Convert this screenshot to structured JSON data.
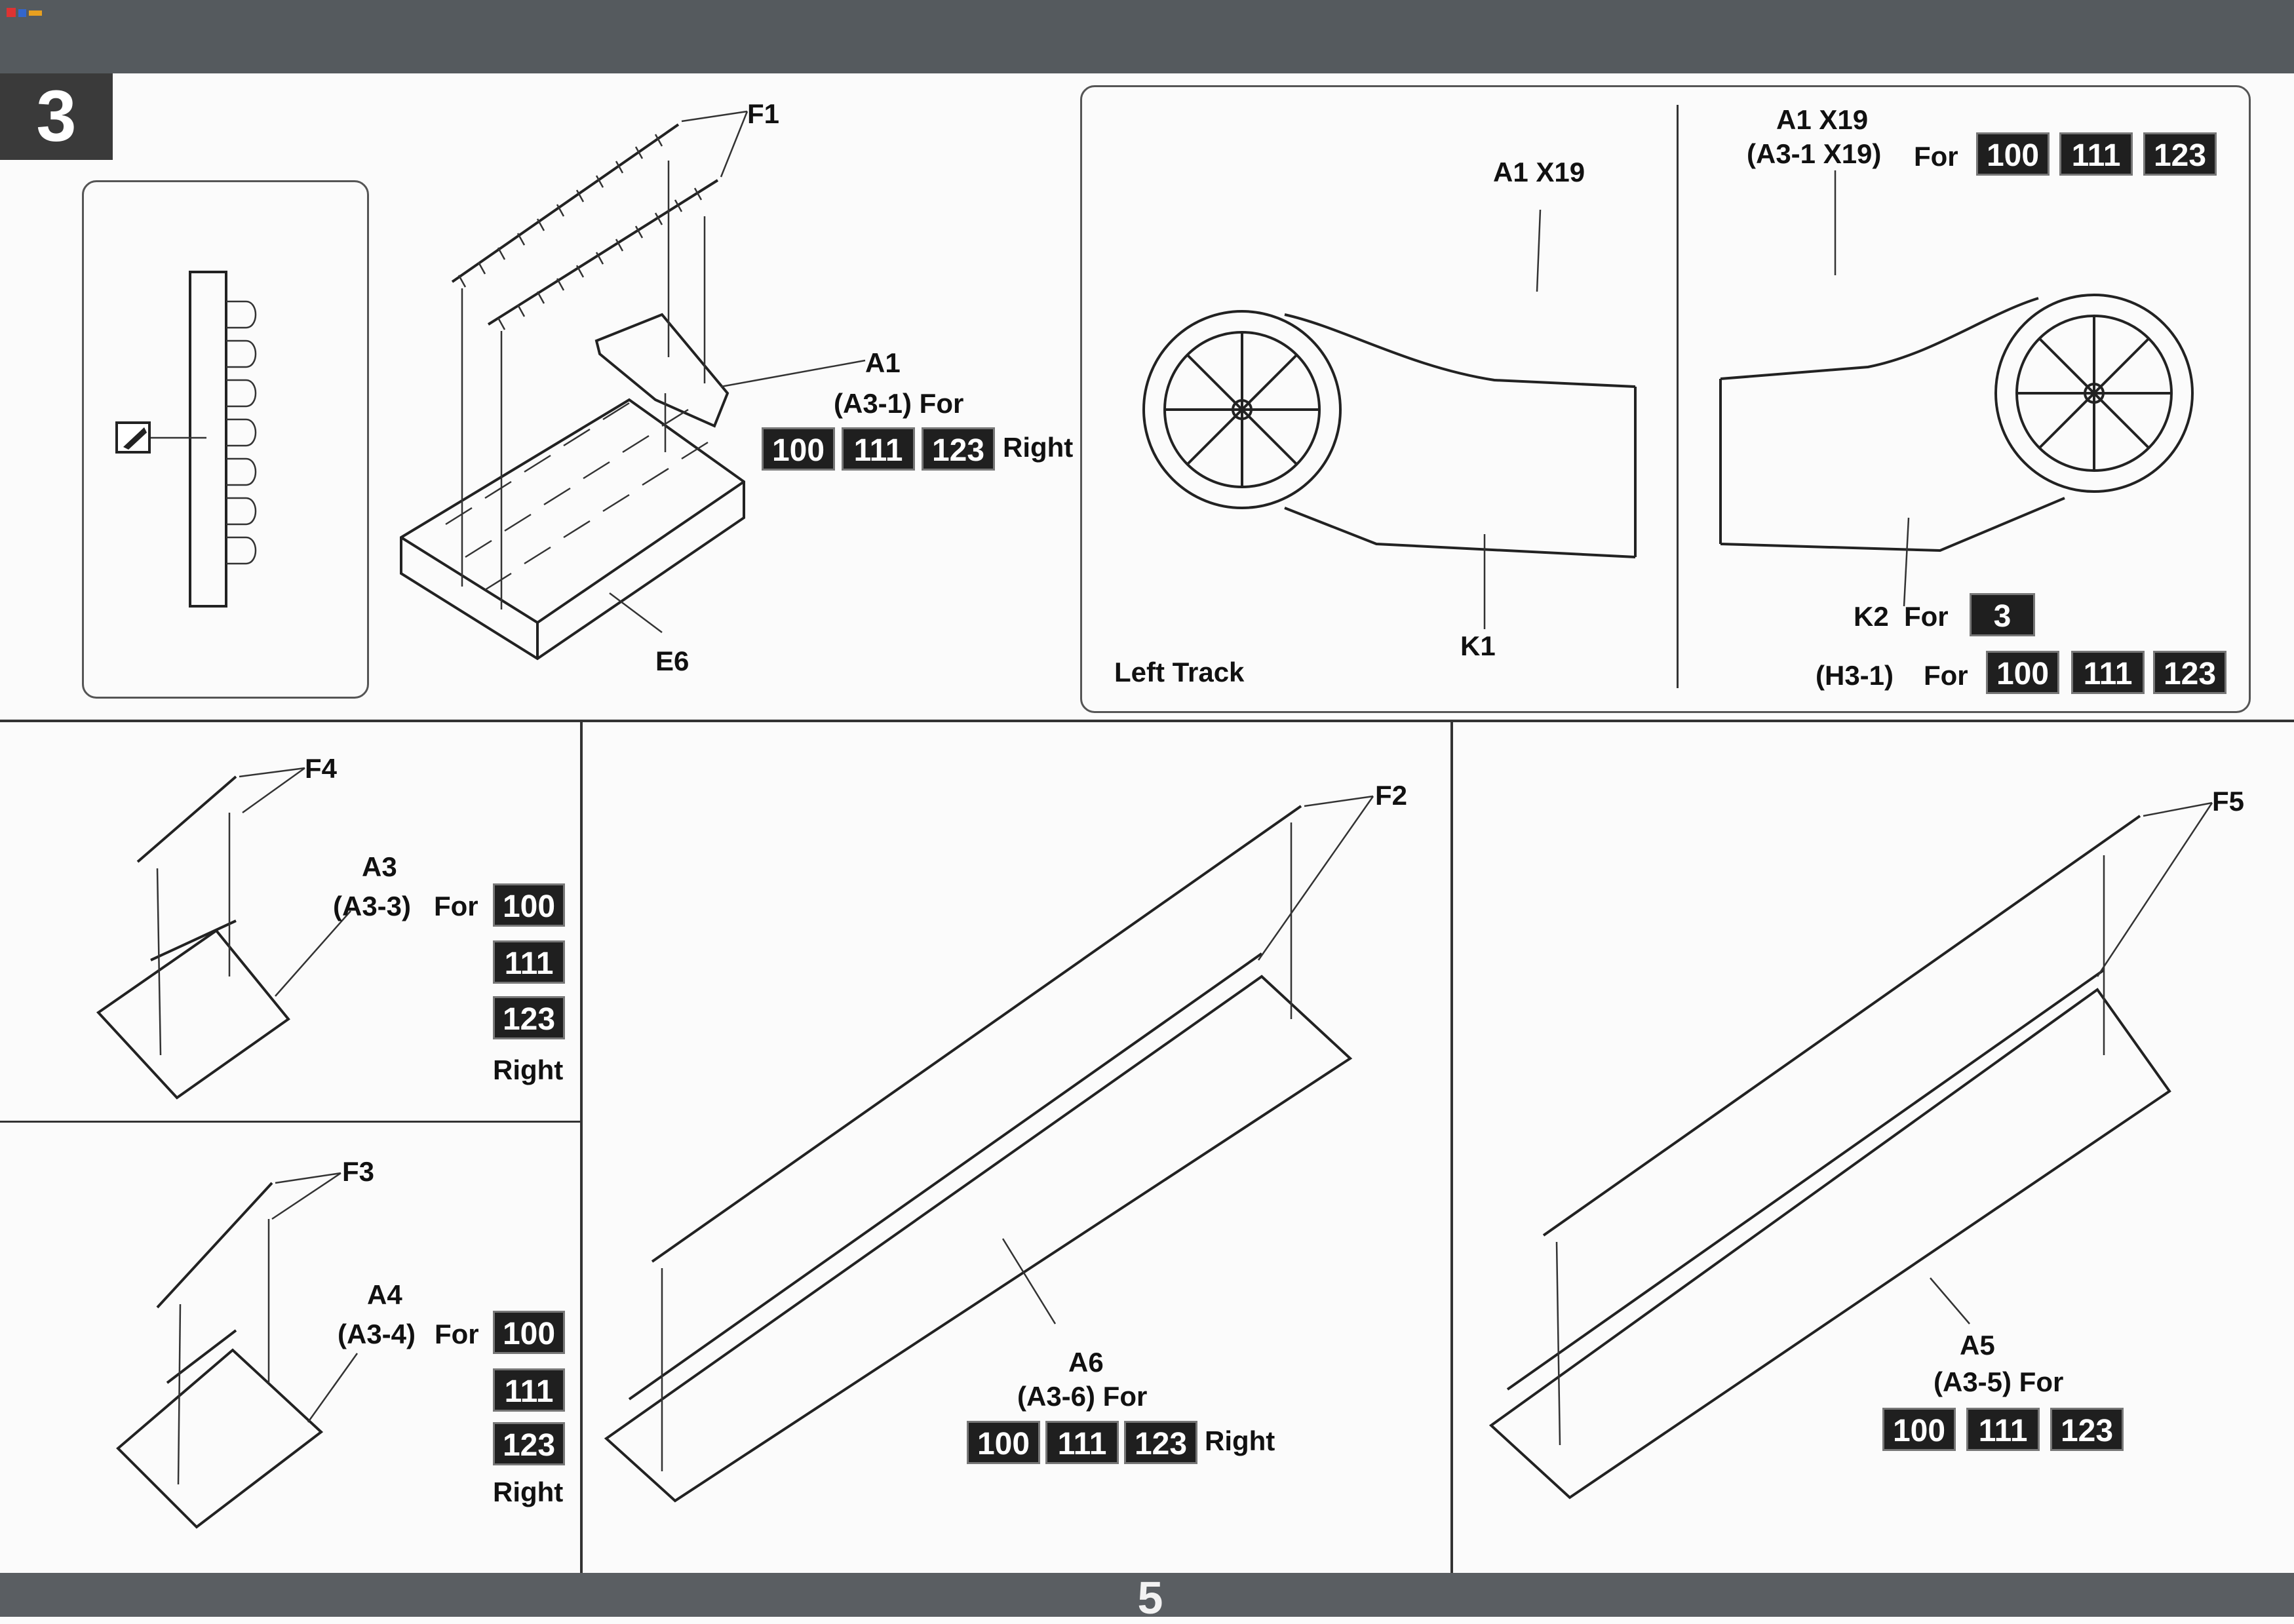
{
  "page": {
    "number": "5",
    "step": "3"
  },
  "step3": {
    "sprue_label": "F1",
    "part_label": "A1",
    "part_sub": "(A3-1) For",
    "codes": [
      "100",
      "111",
      "123"
    ],
    "side": "Right",
    "jig_label": "E6"
  },
  "detail_left": {
    "qty_label": "A1 X19",
    "track_label": "Left Track",
    "part_label": "K1"
  },
  "detail_right": {
    "qty_label": "A1 X19",
    "qty_sub": "(A3-1 X19)",
    "for_word": "For",
    "codes": [
      "100",
      "111",
      "123"
    ],
    "k2_label": "K2",
    "k2_for": "For",
    "k2_code": "3",
    "h3_label": "(H3-1)",
    "h3_for": "For",
    "h3_codes": [
      "100",
      "111",
      "123"
    ]
  },
  "sub_f4": {
    "sprue": "F4",
    "part": "A3",
    "sub": "(A3-3)",
    "for_word": "For",
    "codes": [
      "100",
      "111",
      "123"
    ],
    "side": "Right"
  },
  "sub_f3": {
    "sprue": "F3",
    "part": "A4",
    "sub": "(A3-4)",
    "for_word": "For",
    "codes": [
      "100",
      "111",
      "123"
    ],
    "side": "Right"
  },
  "sub_f2": {
    "sprue": "F2",
    "part": "A6",
    "sub": "(A3-6) For",
    "codes": [
      "100",
      "111",
      "123"
    ],
    "side": "Right"
  },
  "sub_f5": {
    "sprue": "F5",
    "part": "A5",
    "sub": "(A3-5) For",
    "codes": [
      "100",
      "111",
      "123"
    ]
  }
}
